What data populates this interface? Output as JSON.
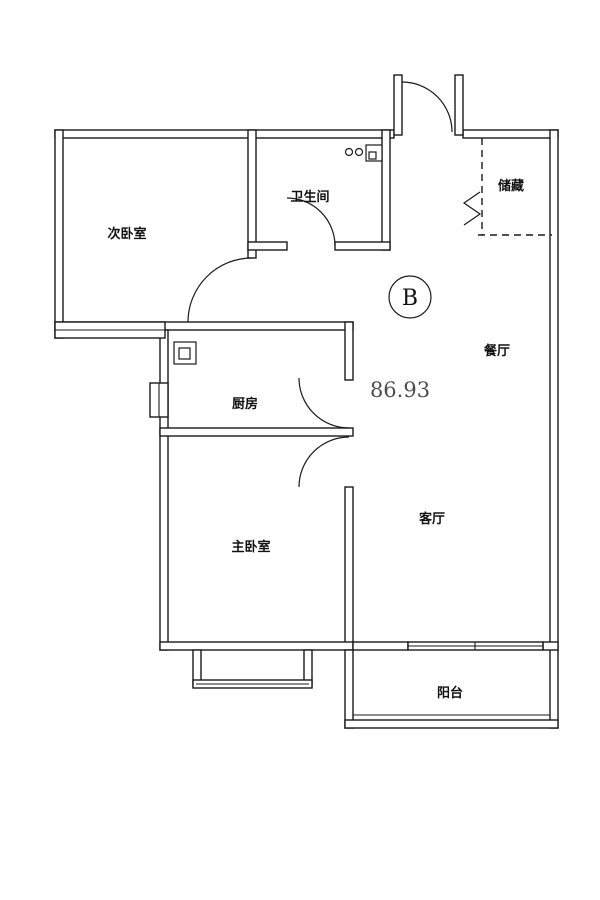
{
  "floorplan": {
    "unit_label": "B",
    "area": "86.93",
    "rooms": {
      "secondary_bedroom": "次卧室",
      "bathroom": "卫生间",
      "storage": "储藏",
      "dining_room": "餐厅",
      "kitchen": "厨房",
      "living_room": "客厅",
      "master_bedroom": "主卧室",
      "balcony": "阳台"
    },
    "icons": {
      "door_swing": "quarter-circle-arc",
      "folding_door": "zigzag",
      "washbasin": "square-with-inner-square",
      "faucet_knobs": "two-small-circles",
      "kitchen_sink": "square-with-inner-square"
    },
    "colors": {
      "wall_line": "#1a1a1a",
      "background": "#ffffff",
      "area_text": "#4d4d4d"
    }
  }
}
